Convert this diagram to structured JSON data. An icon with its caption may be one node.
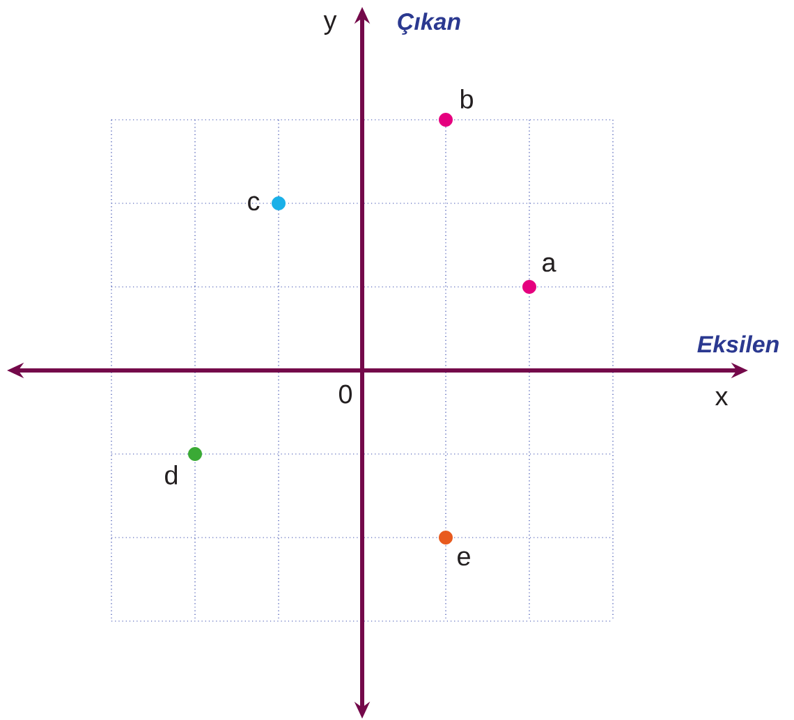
{
  "diagram": {
    "labels": [
      "y",
      "Çıkan",
      "b",
      "c",
      "a",
      "Eksilen",
      "0",
      "x",
      "d",
      "e"
    ]
  }
}
